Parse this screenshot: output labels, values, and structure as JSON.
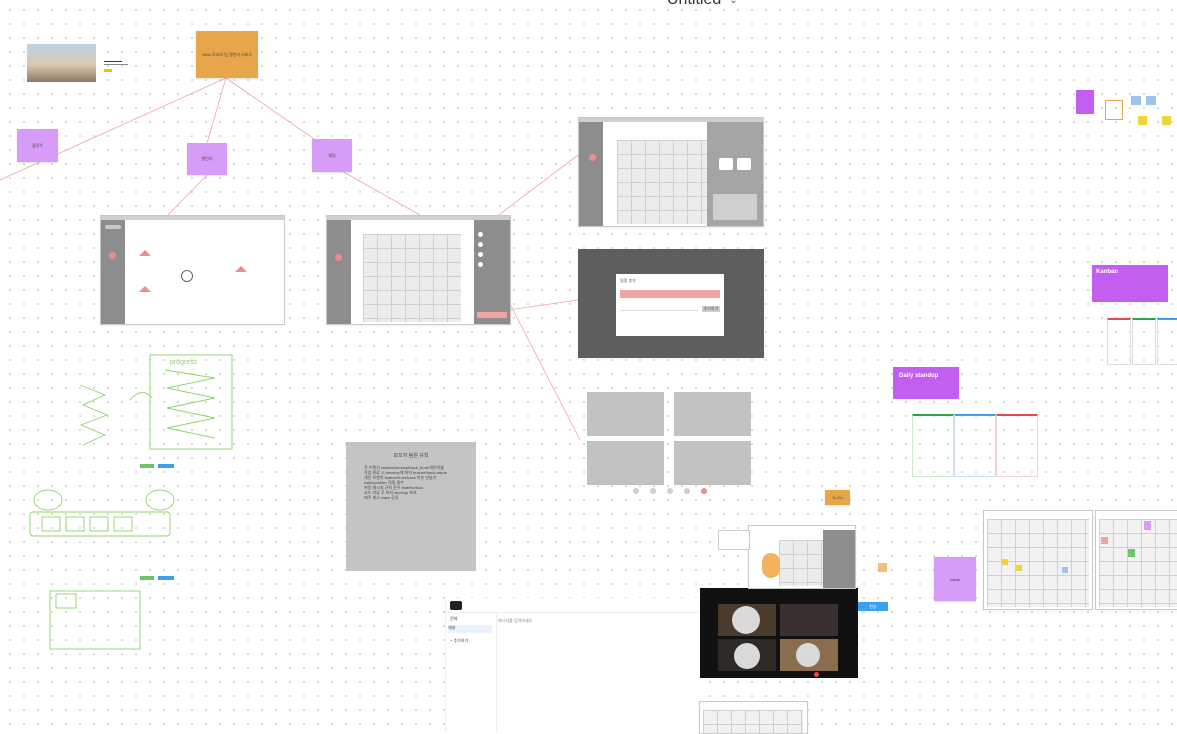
{
  "canvas": {
    "title": "Untitled"
  },
  "memo": {
    "heading": "모꼬지 팀원 규칙",
    "items": [
      "각 브랜치 master/develop/back_front/개인이름",
      "작업 완료 시 develop에 머지 feature/back-article",
      "개인 브랜치 feature/front/back 이슈 만들기",
      "eslint/prettier 적용 필수",
      "커밋 메시지 규칙 준수 feat/fix/docs",
      "코드 리뷰 후 머지 develop 보호",
      "매주 회고 slack 공유"
    ]
  },
  "stickies": {
    "orange_top": "Hello 모꼬지 팀 캘린더 서비스",
    "purple_left": "플로우",
    "purple_mid": "캘린더",
    "purple_right": "채팅",
    "orange_small": "To Do",
    "purple_bottom": "Ideas"
  },
  "labels": {
    "kanban": "Kanban",
    "standup": "Daily standup",
    "sketch_note": "progress"
  },
  "chat": {
    "menu_items": [
      "전체",
      "채널",
      "+ 추가하기"
    ],
    "placeholder": "메시지를 입력하세요",
    "send": "전송"
  },
  "modal": {
    "title": "일정 추가",
    "confirm": "추가하기"
  },
  "colors": {
    "sticky_purple": "#d69cf7",
    "sticky_orange": "#e8a64a",
    "connector": "#f2a4a4",
    "accent_blue": "#3b9ff2",
    "accent_green": "#6cc46c"
  }
}
